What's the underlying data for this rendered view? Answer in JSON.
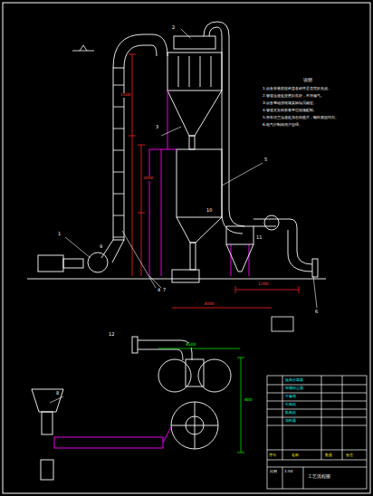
{
  "diagram": {
    "nodes": [],
    "labels": [
      "说明",
      "1.设备安装前应检查各部件是否完好无损。",
      "2.管道连接处应密封良好，不得漏气。",
      "3.设备基础按现场实际情况确定。",
      "4.管道支架由安装单位现场配制。",
      "5.所有法兰连接处加石棉垫片，螺栓紧固均匀。",
      "6.电气控制由用户自理。",
      "1",
      "2",
      "3",
      "4",
      "5",
      "6",
      "7",
      "8",
      "9",
      "10",
      "11",
      "12",
      "1500",
      "2000",
      "3000",
      "1200",
      "800",
      "4500",
      "序号",
      "名称",
      "数量",
      "备注",
      "旋风分离器",
      "布袋除尘器",
      "干燥塔",
      "引风机",
      "鼓风机",
      "加料器",
      "工艺流程图",
      "比例",
      "1:50"
    ]
  }
}
